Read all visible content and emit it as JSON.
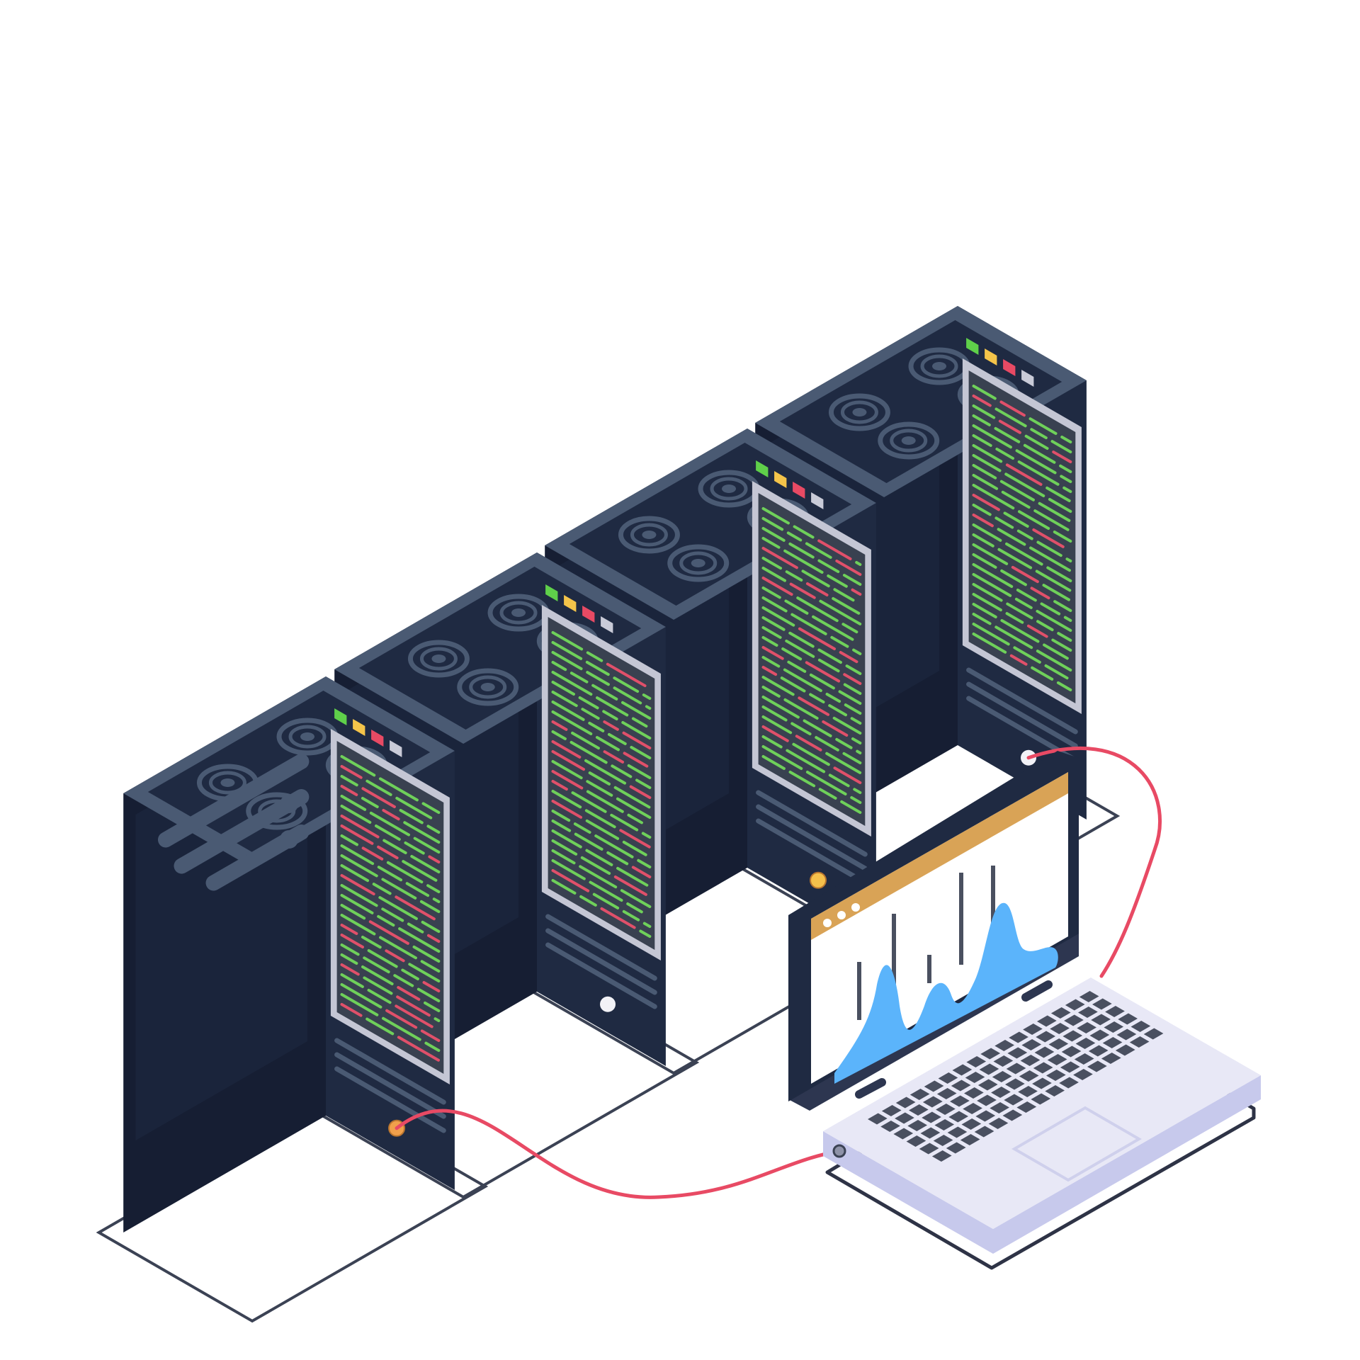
{
  "illustration": {
    "servers": [
      {
        "id": "server-1",
        "port_color": "#f0a04b"
      },
      {
        "id": "server-2",
        "port_color": "#f2f2f7"
      },
      {
        "id": "server-3",
        "port_color": "#f5c04b"
      },
      {
        "id": "server-4",
        "port_color": "#f2f2f7"
      }
    ],
    "leds": [
      "#5fd04a",
      "#f4c44a",
      "#e84a64",
      "#c9cbd8"
    ],
    "colors": {
      "front": "#1f2a42",
      "side": "#161e33",
      "top": "#4a5a73",
      "top_inner": "#1f2a42",
      "fan": "#4a5a73",
      "code_green": "#6fd05a",
      "code_red": "#e0506a",
      "screen_bg": "#394150",
      "frame": "#c4c6d4",
      "cable": "#e84a64",
      "outline": "#3b4254",
      "laptop_base": "#e8e8f6",
      "laptop_base_side": "#c7c9ec",
      "keys": "#4a5060",
      "laptop_screen": "#1f2a42",
      "browser_bar": "#d9a356",
      "chart_fill": "#5bb4fb",
      "chart_bars": "#4a5060"
    },
    "icons": [
      "fan-icon",
      "led-indicator-icon",
      "port-icon",
      "area-chart-icon"
    ]
  }
}
